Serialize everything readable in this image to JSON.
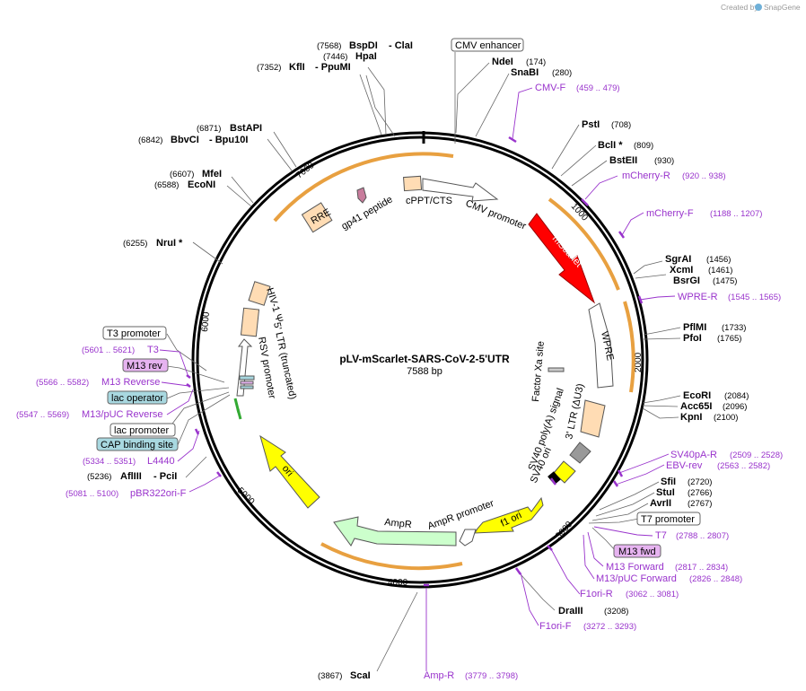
{
  "header": {
    "created_by": "Created by",
    "brand": "SnapGene"
  },
  "plasmid": {
    "name": "pLV-mScarlet-SARS-CoV-2-5'UTR",
    "length": "7588 bp"
  },
  "ticks": [
    "1000",
    "2000",
    "3000",
    "4000",
    "5000",
    "6000",
    "7000"
  ],
  "features": [
    {
      "label": "CMV promoter",
      "color": "#ffffff"
    },
    {
      "label": "mScarlet",
      "color": "#ff0000"
    },
    {
      "label": "WPRE",
      "color": "#ffffff"
    },
    {
      "label": "Factor Xa site",
      "color": "#cccccc"
    },
    {
      "label": "3' LTR (ΔU3)",
      "color": "#ffdcb4"
    },
    {
      "label": "SV40 poly(A) signal",
      "color": "#999999"
    },
    {
      "label": "SV40 ori",
      "color": "#ffff00"
    },
    {
      "label": "f1 ori",
      "color": "#ffff00"
    },
    {
      "label": "AmpR promoter",
      "color": "#ffffff"
    },
    {
      "label": "AmpR",
      "color": "#ccffcc"
    },
    {
      "label": "ori",
      "color": "#ffff00"
    },
    {
      "label": "RSV promoter",
      "color": "#ffffff"
    },
    {
      "label": "5' LTR (truncated)",
      "color": "#ffdcb4"
    },
    {
      "label": "HIV-1 Ψ",
      "color": "#ffdcb4"
    },
    {
      "label": "RRE",
      "color": "#ffdcb4"
    },
    {
      "label": "gp41 peptide",
      "color": "#c87c9c"
    },
    {
      "label": "cPPT/CTS",
      "color": "#ffdcb4"
    }
  ],
  "sites": [
    {
      "name": "BspDI",
      "name2": "ClaI",
      "pos": "(7568)"
    },
    {
      "name": "HpaI",
      "pos": "(7446)"
    },
    {
      "name": "KflI",
      "name2": "PpuMI",
      "pos": "(7352)"
    },
    {
      "name": "BstAPI",
      "pos": "(6871)"
    },
    {
      "name": "BbvCI",
      "name2": "Bpu10I",
      "pos": "(6842)"
    },
    {
      "name": "MfeI",
      "pos": "(6607)"
    },
    {
      "name": "EcoNI",
      "pos": "(6588)"
    },
    {
      "name": "NruI *",
      "pos": "(6255)"
    },
    {
      "name": "AflIII",
      "name2": "PciI",
      "pos": "(5236)"
    },
    {
      "name": "ScaI",
      "pos": "(3867)"
    },
    {
      "name": "DraIII",
      "pos": "(3208)"
    },
    {
      "name": "NdeI",
      "pos": "(174)"
    },
    {
      "name": "SnaBI",
      "pos": "(280)"
    },
    {
      "name": "PstI",
      "pos": "(708)"
    },
    {
      "name": "BclI *",
      "pos": "(809)"
    },
    {
      "name": "BstEII",
      "pos": "(930)"
    },
    {
      "name": "SgrAI",
      "pos": "(1456)"
    },
    {
      "name": "XcmI",
      "pos": "(1461)"
    },
    {
      "name": "BsrGI",
      "pos": "(1475)"
    },
    {
      "name": "PflMI",
      "pos": "(1733)"
    },
    {
      "name": "PfoI",
      "pos": "(1765)"
    },
    {
      "name": "EcoRI",
      "pos": "(2084)"
    },
    {
      "name": "Acc65I",
      "pos": "(2096)"
    },
    {
      "name": "KpnI",
      "pos": "(2100)"
    },
    {
      "name": "SfiI",
      "pos": "(2720)"
    },
    {
      "name": "StuI",
      "pos": "(2766)"
    },
    {
      "name": "AvrII",
      "pos": "(2767)"
    }
  ],
  "primers": [
    {
      "name": "CMV-F",
      "pos": "(459 .. 479)"
    },
    {
      "name": "mCherry-R",
      "pos": "(920 .. 938)"
    },
    {
      "name": "mCherry-F",
      "pos": "(1188 .. 1207)"
    },
    {
      "name": "WPRE-R",
      "pos": "(1545 .. 1565)"
    },
    {
      "name": "SV40pA-R",
      "pos": "(2509 .. 2528)"
    },
    {
      "name": "EBV-rev",
      "pos": "(2563 .. 2582)"
    },
    {
      "name": "T7",
      "pos": "(2788 .. 2807)"
    },
    {
      "name": "M13 Forward",
      "pos": "(2817 .. 2834)"
    },
    {
      "name": "M13/pUC Forward",
      "pos": "(2826 .. 2848)"
    },
    {
      "name": "F1ori-R",
      "pos": "(3062 .. 3081)"
    },
    {
      "name": "F1ori-F",
      "pos": "(3272 .. 3293)"
    },
    {
      "name": "Amp-R",
      "pos": "(3779 .. 3798)"
    },
    {
      "name": "T3",
      "pos": "(5601 .. 5621)"
    },
    {
      "name": "M13 Reverse",
      "pos": "(5566 .. 5582)"
    },
    {
      "name": "M13/pUC Reverse",
      "pos": "(5547 .. 5569)"
    },
    {
      "name": "L4440",
      "pos": "(5334 .. 5351)"
    },
    {
      "name": "pBR322ori-F",
      "pos": "(5081 .. 5100)"
    }
  ],
  "boxed_labels": {
    "cmv_enhancer": "CMV enhancer",
    "t7_promoter": "T7 promoter",
    "m13_fwd": "M13 fwd",
    "t3_promoter": "T3 promoter",
    "m13_rev": "M13 rev",
    "lac_operator": "lac operator",
    "lac_promoter": "lac promoter",
    "cap_site": "CAP binding site"
  },
  "colors": {
    "primer": "#9933cc",
    "orf_arrow": "#e8a040",
    "m13_box": "#e6b3f0",
    "blue_box": "#a8d8e0"
  }
}
